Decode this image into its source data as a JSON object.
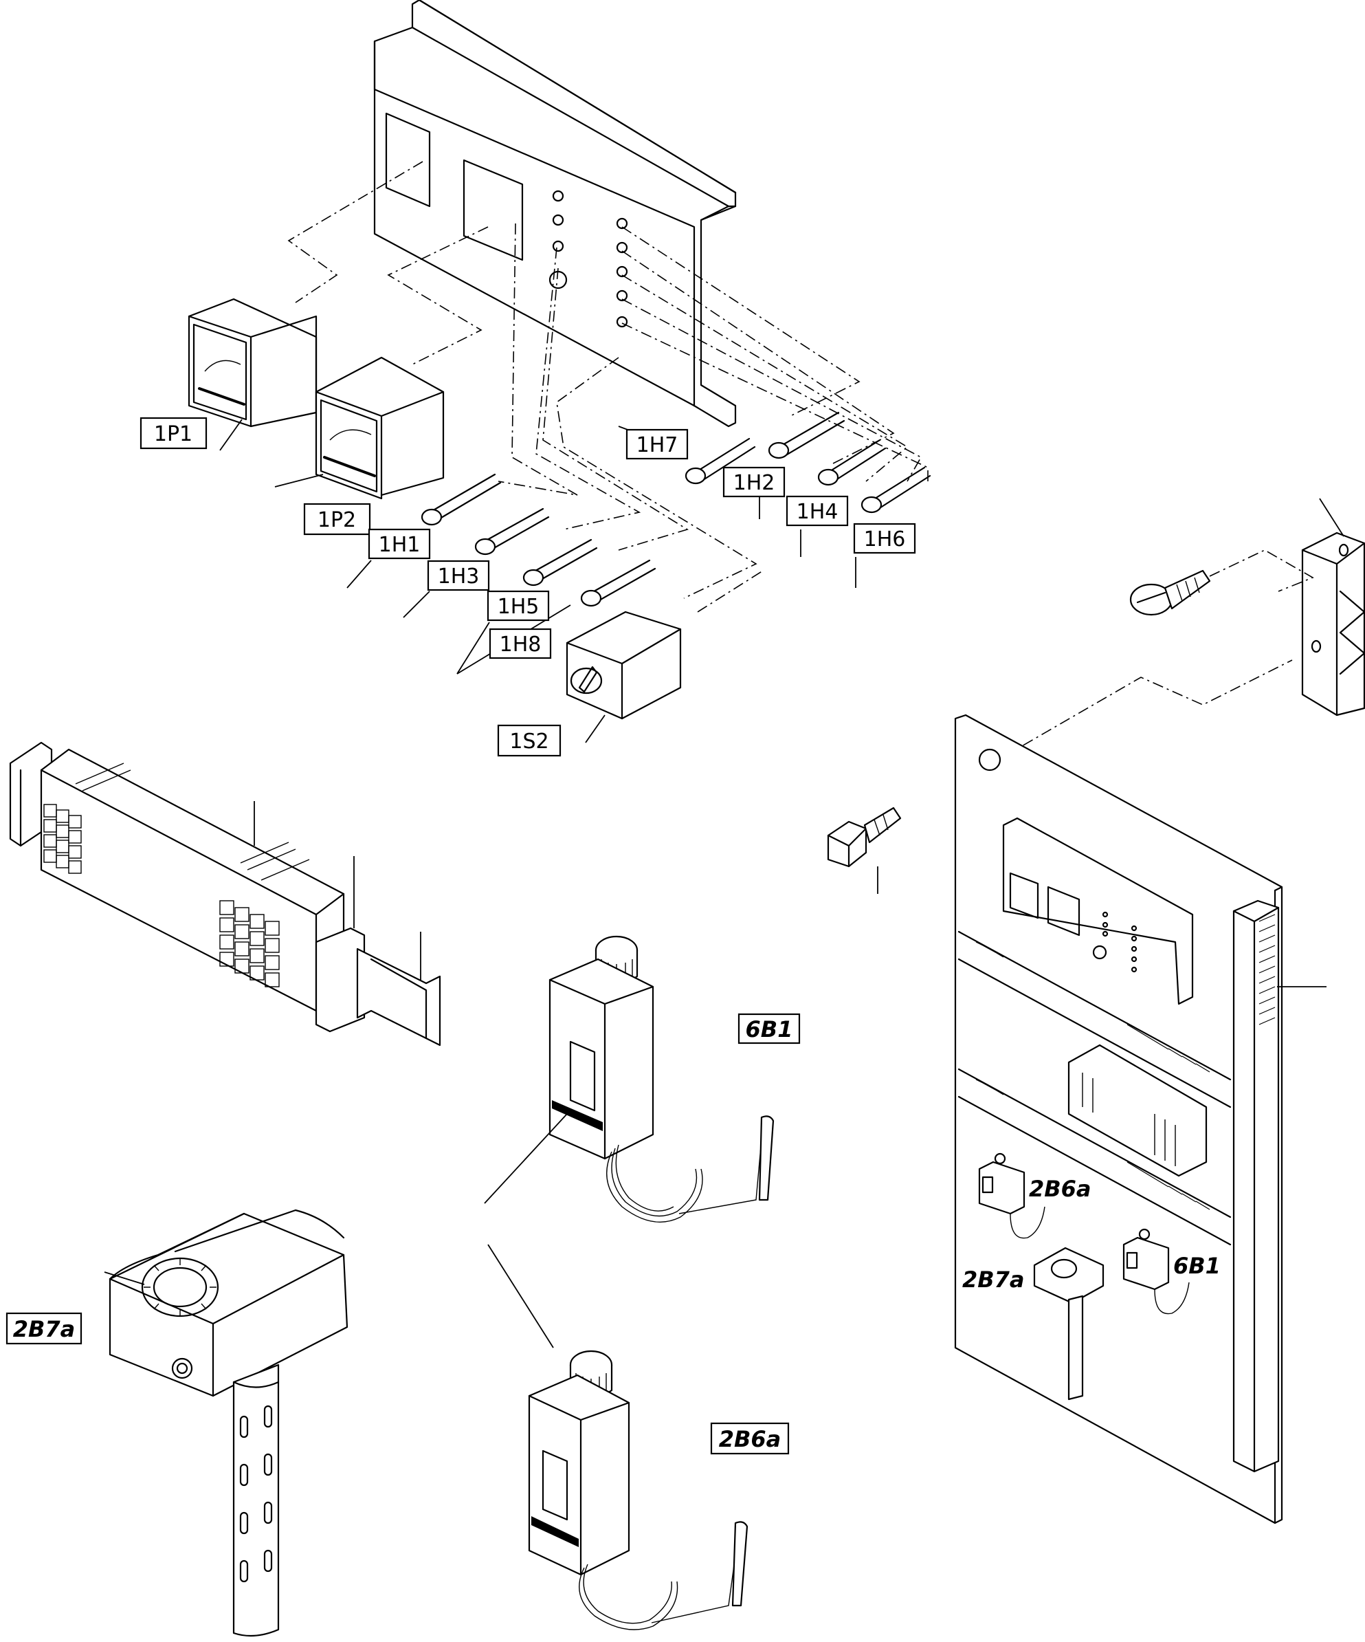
{
  "labels": {
    "p1": "1P1",
    "p2": "1P2",
    "h1": "1H1",
    "h2": "1H2",
    "h3": "1H3",
    "h4": "1H4",
    "h5": "1H5",
    "h6": "1H6",
    "h7": "1H7",
    "h8": "1H8",
    "s2": "1S2",
    "b1_large": "6B1",
    "b6a_large": "2B6a",
    "b7a_large": "2B7a",
    "b6a_small": "2B6a",
    "b7a_small": "2B7a",
    "b1_small": "6B1"
  }
}
